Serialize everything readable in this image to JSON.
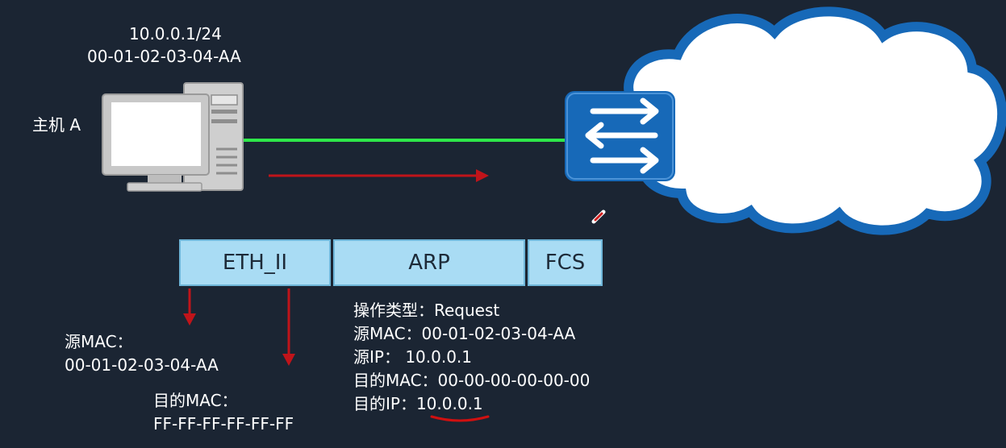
{
  "host": {
    "label": "主机 A",
    "ip": "10.0.0.1/24",
    "mac": "00-01-02-03-04-AA"
  },
  "frame": {
    "segments": [
      "ETH_II",
      "ARP",
      "FCS"
    ]
  },
  "eth_fields": {
    "src_mac_label": "源MAC：",
    "src_mac_value": "00-01-02-03-04-AA",
    "dst_mac_label": "目的MAC：",
    "dst_mac_value": "FF-FF-FF-FF-FF-FF"
  },
  "arp_fields": [
    "操作类型：Request",
    "源MAC：00-01-02-03-04-AA",
    "源IP： 10.0.0.1",
    "目的MAC：00-00-00-00-00-00",
    "目的IP：10.0.0.1"
  ],
  "colors": {
    "background": "#1b2533",
    "link": "#2ee84a",
    "arrow": "#c0141a",
    "switch": "#1769b8",
    "cloud_border": "#1769b8",
    "frame_fill": "#a9dcf4"
  },
  "icons": [
    "computer-icon",
    "switch-icon",
    "cloud-icon",
    "pen-cursor-icon"
  ]
}
